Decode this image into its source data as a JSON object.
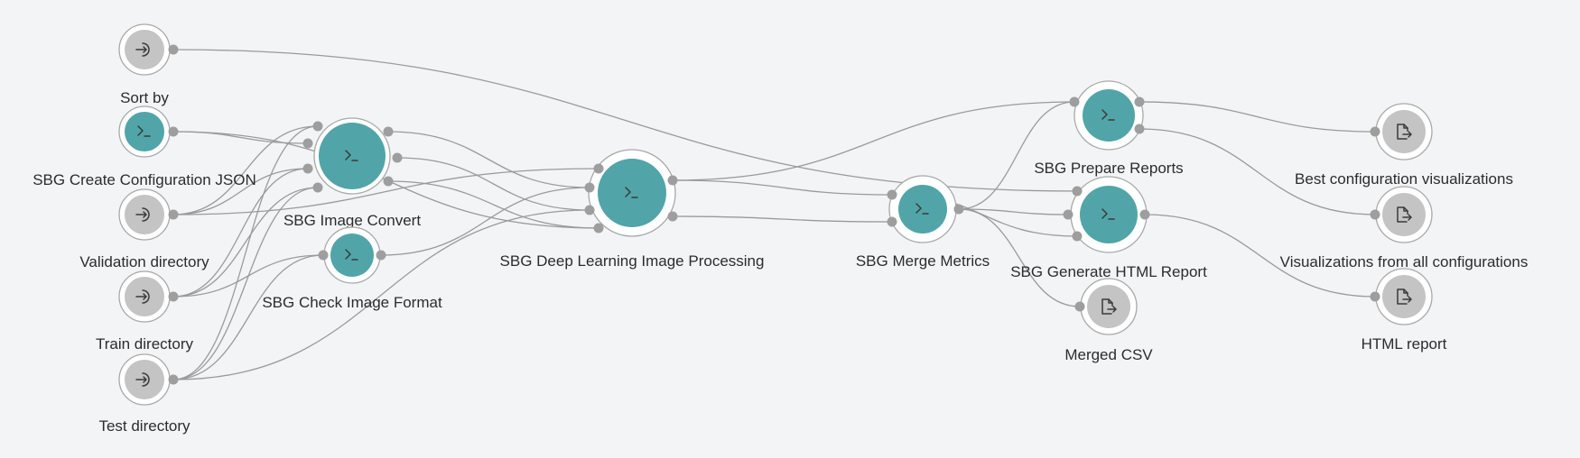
{
  "workflow": {
    "nodes": [
      {
        "id": "sort_by",
        "label": "Sort by",
        "kind": "input",
        "icon": "input-icon"
      },
      {
        "id": "create_config",
        "label": "SBG Create Configuration JSON",
        "kind": "tool",
        "icon": "terminal-icon"
      },
      {
        "id": "validation_dir",
        "label": "Validation directory",
        "kind": "input",
        "icon": "input-icon"
      },
      {
        "id": "train_dir",
        "label": "Train directory",
        "kind": "input",
        "icon": "input-icon"
      },
      {
        "id": "test_dir",
        "label": "Test directory",
        "kind": "input",
        "icon": "input-icon"
      },
      {
        "id": "image_convert",
        "label": "SBG Image Convert",
        "kind": "tool",
        "icon": "terminal-icon"
      },
      {
        "id": "check_format",
        "label": "SBG Check Image Format",
        "kind": "tool",
        "icon": "terminal-icon"
      },
      {
        "id": "deep_learning",
        "label": "SBG Deep Learning Image Processing",
        "kind": "tool",
        "icon": "terminal-icon"
      },
      {
        "id": "merge_metrics",
        "label": "SBG Merge Metrics",
        "kind": "tool",
        "icon": "terminal-icon"
      },
      {
        "id": "prepare_reports",
        "label": "SBG Prepare Reports",
        "kind": "tool",
        "icon": "terminal-icon"
      },
      {
        "id": "gen_html",
        "label": "SBG Generate HTML Report",
        "kind": "tool",
        "icon": "terminal-icon"
      },
      {
        "id": "merged_csv",
        "label": "Merged CSV",
        "kind": "output",
        "icon": "output-icon"
      },
      {
        "id": "best_config_vis",
        "label": "Best configuration visualizations",
        "kind": "output",
        "icon": "output-icon"
      },
      {
        "id": "all_config_vis",
        "label": "Visualizations from all configurations",
        "kind": "output",
        "icon": "output-icon"
      },
      {
        "id": "html_report",
        "label": "HTML report",
        "kind": "output",
        "icon": "output-icon"
      }
    ],
    "colors": {
      "tool_fill": "#51a5a8",
      "io_fill": "#c4c4c4",
      "edge": "#9a9a9a",
      "port": "#9e9e9e",
      "background": "#f3f4f6"
    }
  }
}
